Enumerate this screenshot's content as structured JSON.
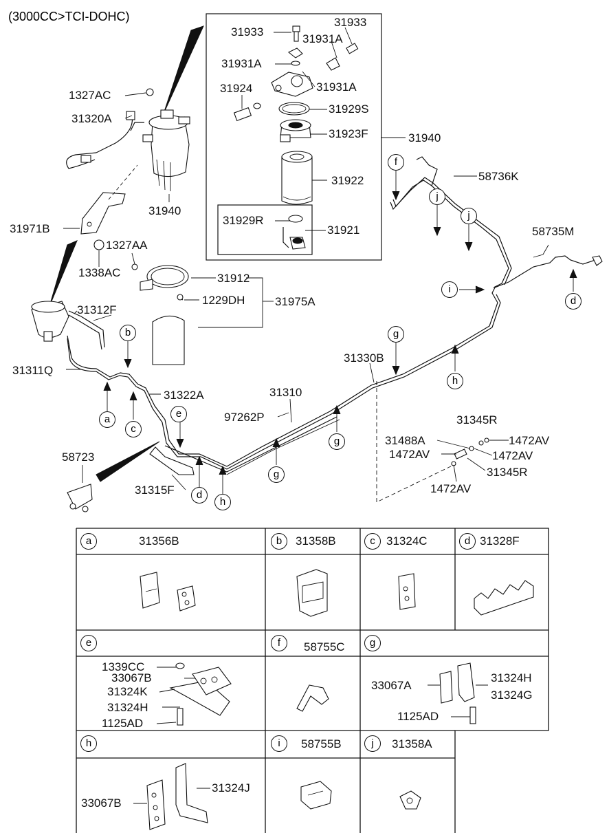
{
  "title": "(3000CC>TCI-DOHC)",
  "labels": {
    "p31933a": "31933",
    "p31933b": "31933",
    "p31931A_a": "31931A",
    "p31931A_b": "31931A",
    "p31931A_c": "31931A",
    "p31924": "31924",
    "p31929S": "31929S",
    "p31923F": "31923F",
    "p31940_r": "31940",
    "p31922": "31922",
    "p31929R": "31929R",
    "p31921": "31921",
    "p1327AC": "1327AC",
    "p31320A": "31320A",
    "p31940": "31940",
    "p31971B": "31971B",
    "p1327AA": "1327AA",
    "p1338AC": "1338AC",
    "p31912": "31912",
    "p1229DH": "1229DH",
    "p31975A": "31975A",
    "p31312F": "31312F",
    "p31311Q": "31311Q",
    "p31322A": "31322A",
    "p58723": "58723",
    "p31315F": "31315F",
    "p97262P": "97262P",
    "p31310": "31310",
    "p31330B": "31330B",
    "p58736K": "58736K",
    "p58735M": "58735M",
    "p31345R_a": "31345R",
    "p31488A": "31488A",
    "p1472AV_a": "1472AV",
    "p1472AV_b": "1472AV",
    "p1472AV_c": "1472AV",
    "p1472AV_d": "1472AV",
    "p31345R_b": "31345R"
  },
  "callouts": {
    "a": "a",
    "b": "b",
    "c": "c",
    "d": "d",
    "d2": "d",
    "e": "e",
    "f": "f",
    "g": "g",
    "g2": "g",
    "g3": "g",
    "h": "h",
    "h2": "h",
    "i": "i",
    "j": "j",
    "j2": "j"
  },
  "table": {
    "a_letter": "a",
    "a_part": "31356B",
    "b_letter": "b",
    "b_part": "31358B",
    "c_letter": "c",
    "c_part": "31324C",
    "d_letter": "d",
    "d_part": "31328F",
    "e_letter": "e",
    "e_parts": [
      "1339CC",
      "33067B",
      "31324K",
      "31324H",
      "1125AD"
    ],
    "f_letter": "f",
    "f_part": "58755C",
    "g_letter": "g",
    "g_parts": [
      "33067A",
      "31324H",
      "31324G",
      "1125AD"
    ],
    "h_letter": "h",
    "h_parts": [
      "33067B",
      "31324J"
    ],
    "i_letter": "i",
    "i_part": "58755B",
    "j_letter": "j",
    "j_part": "31358A"
  }
}
